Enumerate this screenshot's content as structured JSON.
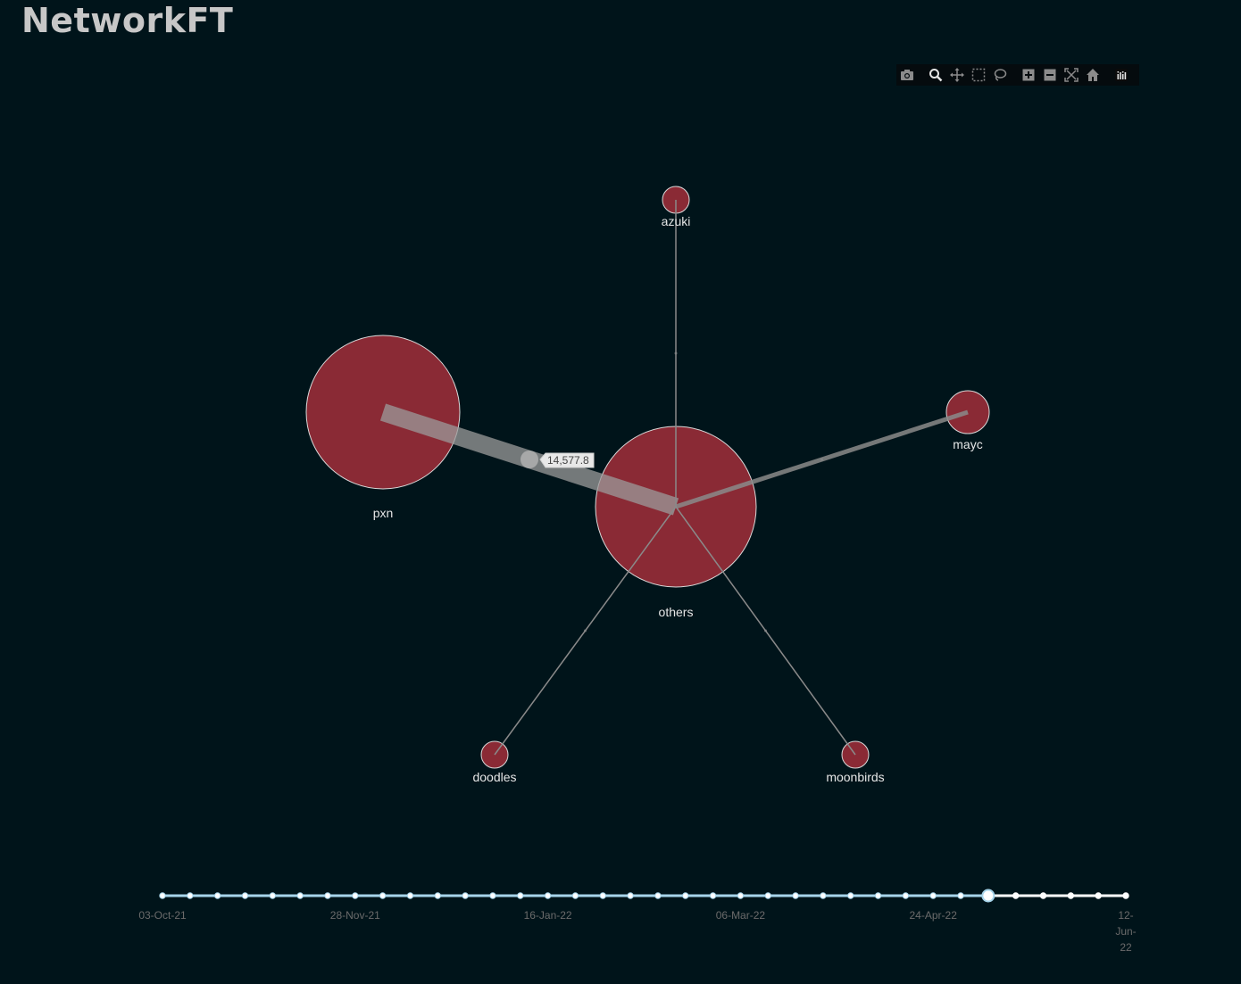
{
  "page": {
    "title": "NetworkFT",
    "background_color": "#00141a"
  },
  "modebar": {
    "buttons": [
      {
        "name": "camera-icon",
        "label": "Download plot as a png"
      },
      {
        "name": "zoom-icon",
        "label": "Zoom"
      },
      {
        "name": "pan-icon",
        "label": "Pan"
      },
      {
        "name": "box-select-icon",
        "label": "Box Select"
      },
      {
        "name": "lasso-select-icon",
        "label": "Lasso Select"
      },
      {
        "name": "zoom-in-icon",
        "label": "Zoom in"
      },
      {
        "name": "zoom-out-icon",
        "label": "Zoom out"
      },
      {
        "name": "autoscale-icon",
        "label": "Autoscale"
      },
      {
        "name": "reset-axes-icon",
        "label": "Reset axes"
      },
      {
        "name": "plotly-logo-icon",
        "label": "Produced with Plotly"
      }
    ]
  },
  "network": {
    "node_color": "#8a2a35",
    "node_border_color": "#d9d9d9",
    "edge_color": "#8c8c8c",
    "nodes": [
      {
        "id": "others",
        "label": "others"
      },
      {
        "id": "pxn",
        "label": "pxn"
      },
      {
        "id": "azuki",
        "label": "azuki"
      },
      {
        "id": "mayc",
        "label": "mayc"
      },
      {
        "id": "doodles",
        "label": "doodles"
      },
      {
        "id": "moonbirds",
        "label": "moonbirds"
      }
    ],
    "edges": [
      {
        "source": "pxn",
        "target": "others"
      },
      {
        "source": "azuki",
        "target": "others"
      },
      {
        "source": "mayc",
        "target": "others"
      },
      {
        "source": "doodles",
        "target": "others"
      },
      {
        "source": "moonbirds",
        "target": "others"
      }
    ],
    "hover": {
      "edge": "pxn-others",
      "text": "14,577.8"
    }
  },
  "slider": {
    "track_color": "#a6d4ea",
    "future_color": "#ffffff",
    "step_count": 36,
    "active_index": 30,
    "labels": [
      "03-Oct-21",
      "28-Nov-21",
      "16-Jan-22",
      "06-Mar-22",
      "24-Apr-22"
    ],
    "end_label": [
      "12-",
      "Jun-",
      "22"
    ]
  }
}
